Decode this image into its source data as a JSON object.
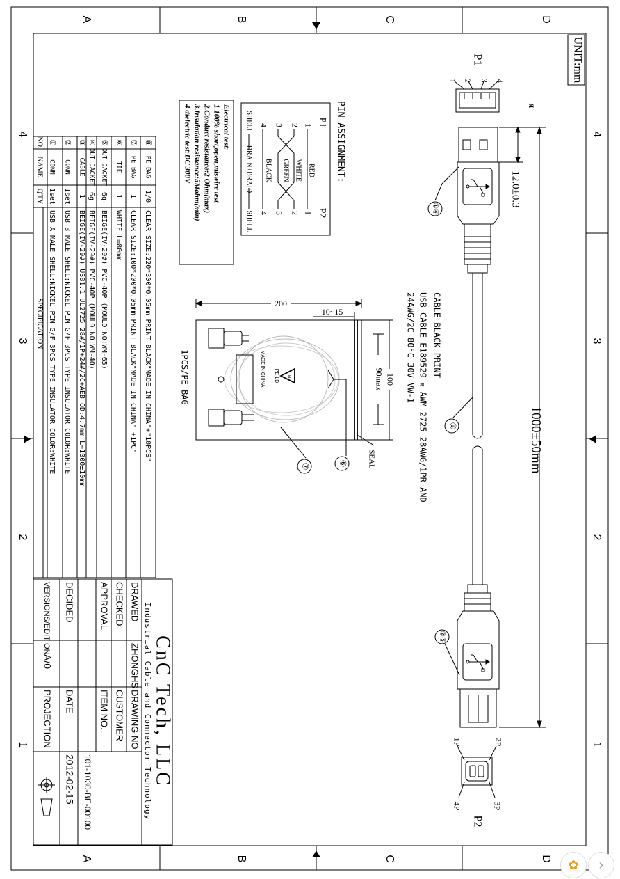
{
  "frame": {
    "rows_top": [
      "A",
      "B",
      "C",
      "D"
    ],
    "rows_bottom": [
      "A",
      "B",
      "C",
      "D"
    ],
    "cols_left": [
      "4",
      "3",
      "2",
      "1"
    ],
    "cols_right": [
      "4",
      "3",
      "2",
      "1"
    ]
  },
  "unit": "UNIT:mm",
  "p1_label": "P1",
  "p2_label": "P2",
  "p1_pins": [
    "1",
    "2",
    "3",
    "4"
  ],
  "p2_pins": [
    "1P",
    "2P",
    "3P",
    "4P"
  ],
  "ul_mark": "ᴙ",
  "dim_width": "12.0±0.3",
  "dim_length": "1000±50mm",
  "callouts": {
    "c14": "①④",
    "c3": "③",
    "c25": "②⑤",
    "c7": "⑦",
    "c6": "⑥"
  },
  "cable_print": [
    "CABLE BLACK PRINT",
    "USB CABLE E189529 ᴙ AWM 2725 28AWG/1PR AND",
    "24AWG/2C 80°C 30V VW-1"
  ],
  "pin_assignment": {
    "title": "PIN ASSIGNMENT:",
    "left": "P1",
    "right": "P2",
    "rows": [
      {
        "l": "1",
        "wire": "RED",
        "r": "1"
      },
      {
        "l": "2",
        "wire": "WHITE",
        "r": "2"
      },
      {
        "l": "3",
        "wire": "GREEN",
        "r": "3"
      },
      {
        "l": "4",
        "wire": "BLACK",
        "r": "4"
      },
      {
        "l": "SHELL",
        "wire": "DRAIN+BRAID",
        "r": "SHELL"
      }
    ]
  },
  "electrical_test": [
    "Electrical test:",
    "1.100% short,open,miswire test",
    "2.Conduct resistance:2 Ohm(max)",
    "3.Insulation resistance:5Mohm(min)",
    "4.dielectric test:DC 300V"
  ],
  "bag": {
    "dim_200": "200",
    "dim_10_15": "10~15",
    "dim_100": "100",
    "dim_90": "90max",
    "label": "1PCS/PE BAG",
    "seal": "SEAL",
    "pe_ld": "PE-LD",
    "pe_num": "04",
    "made": "MADE IN CHINA"
  },
  "spec_table": {
    "headers": [
      "NO.",
      "NAME",
      "Q'TY",
      "SPECIFICATION"
    ],
    "rows": [
      {
        "no": "⑧",
        "name": "PE BAG",
        "qty": "1/0",
        "spec": "CLEAR SIZE:220*300*0.05mm PRINT BLACK\"MADE IN CHINA\"+\"10PCS\""
      },
      {
        "no": "⑦",
        "name": "PE BAG",
        "qty": "1",
        "spec": "CLEAR SIZE:100*200*0.05mm PRINT BLACK\"MADE IN CHINA\" +1PC\""
      },
      {
        "no": "⑥",
        "name": "TIE",
        "qty": "1",
        "spec": "WHITE L=80mm"
      },
      {
        "no": "⑤",
        "name": "OUT JACKET",
        "qty": "6g",
        "spec": "BEIGE(IV-29#) PVC-40P (MOULD NO:WM-65)"
      },
      {
        "no": "④",
        "name": "OUT JACKET",
        "qty": "6g",
        "spec": "BEIGE(IV-29#) PVC-40P (MOULD NO:WM-40)"
      },
      {
        "no": "③",
        "name": "CABLE",
        "qty": "1",
        "spec": "BEIGE(IV-29#) USB1.1 UL2725 28#/1P+24#/2C+AEB OD:4.7mm L=1000±10mm"
      },
      {
        "no": "②",
        "name": "CONN",
        "qty": "1set",
        "spec": "USB B MALE SHELL:NICKEL PIN G/F 3PCS TYPE INSULATOR COLOR:WHITE"
      },
      {
        "no": "①",
        "name": "CONN",
        "qty": "1set",
        "spec": "USB A MALE SHELL:NICKEL PIN G/F 3PCS TYPE INSULATOR COLOR:WHITE"
      }
    ]
  },
  "title_block": {
    "company": "CnC Tech, LLC",
    "subtitle": "Industrial Cable and Connector Technology",
    "drawed_label": "DRAWED",
    "drawed_value": "ZHONGHS",
    "drawing_no_label": "DRAWING NO",
    "checked_label": "CHECKED",
    "customer_label": "CUSTOMER",
    "approval_label": "APPROVAL",
    "item_no_label": "ITEM NO.",
    "item_no_value": "101-1030-BE-00100",
    "decided_label": "DECIDED",
    "date_label": "DATE",
    "date_value": "2012-02-15",
    "version_label": "VERSIONS/EDITION",
    "version_value": "A/0",
    "projection_label": "PROJECTION"
  }
}
